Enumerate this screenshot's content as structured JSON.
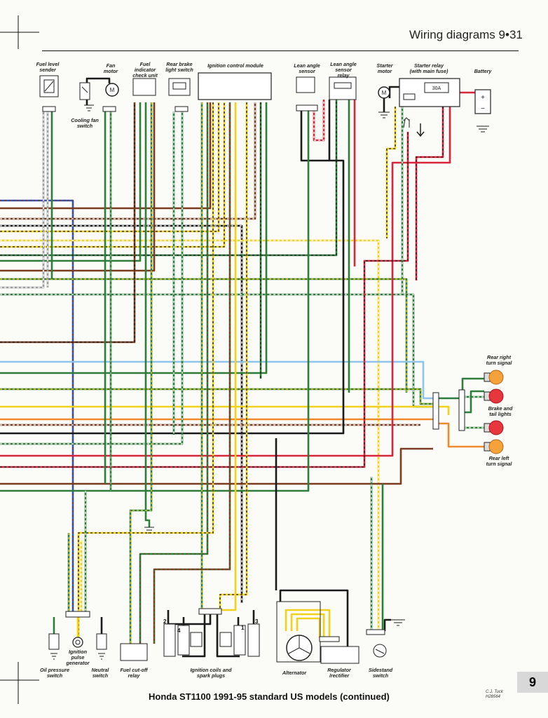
{
  "header": {
    "title": "Wiring diagrams 9•31"
  },
  "footer": {
    "caption": "Honda ST1100 1991-95 standard US models (continued)",
    "credit_line1": "C.J. Tuck",
    "credit_line2": "H28564",
    "page_tab": "9"
  },
  "components": {
    "fuel_level_sender": [
      "Fuel level",
      "sender"
    ],
    "fan_motor": [
      "Fan",
      "motor"
    ],
    "cooling_fan_switch": [
      "Cooling fan",
      "switch"
    ],
    "fuel_indicator_check_unit": [
      "Fuel",
      "indicator",
      "check unit"
    ],
    "rear_brake_light_switch": [
      "Rear brake",
      "light switch"
    ],
    "ignition_control_module": [
      "Ignition control module"
    ],
    "lean_angle_sensor": [
      "Lean angle",
      "sensor"
    ],
    "lean_angle_sensor_relay": [
      "Lean angle",
      "sensor",
      "relay"
    ],
    "starter_motor": [
      "Starter",
      "motor"
    ],
    "starter_relay": [
      "Starter relay",
      "(with main fuse)"
    ],
    "battery": [
      "Battery"
    ],
    "rear_right_turn_signal": [
      "Rear right",
      "turn signal"
    ],
    "brake_tail_lights": [
      "Brake and",
      "tail lights"
    ],
    "rear_left_turn_signal": [
      "Rear left",
      "turn signal"
    ],
    "oil_pressure_switch": [
      "Oil pressure",
      "switch"
    ],
    "ignition_pulse_generator": [
      "Ignition",
      "pulse",
      "generator"
    ],
    "neutral_switch": [
      "Neutral",
      "switch"
    ],
    "fuel_cutoff_relay": [
      "Fuel cut-off",
      "relay"
    ],
    "ignition_coils": [
      "Ignition coils and",
      "spark plugs"
    ],
    "alternator": [
      "Alternator"
    ],
    "regulator_rectifier": [
      "Regulator",
      "/rectifier"
    ],
    "sidestand_switch": [
      "Sidestand",
      "switch"
    ]
  },
  "fuse_rating": "30A",
  "motor_symbol": "M",
  "battery_plus": "+",
  "battery_minus": "−",
  "plug_numbers": [
    "2",
    "4",
    "1",
    "3"
  ],
  "colors": {
    "green": "#2f7d3a",
    "red": "#d8253a",
    "yellow": "#f0d21a",
    "black": "#1a1a1a",
    "brown": "#7a3b1e",
    "blue": "#2a56c6",
    "light_blue": "#8ec3ea",
    "orange": "#ef8a2b",
    "light_green": "#8fc48f",
    "white": "#ffffff",
    "grey": "#9a9a9a"
  }
}
